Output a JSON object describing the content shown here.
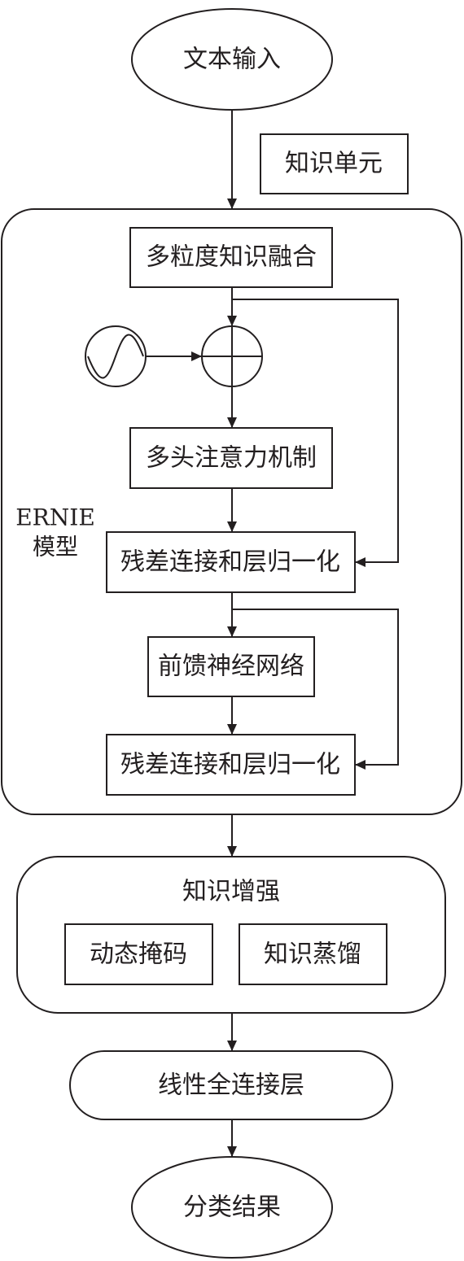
{
  "nodes": {
    "text_input": "文本输入",
    "knowledge_unit": "知识单元",
    "multi_granularity_fusion": "多粒度知识融合",
    "multi_head_attention": "多头注意力机制",
    "residual_norm_1": "残差连接和层归一化",
    "feed_forward": "前馈神经网络",
    "residual_norm_2": "残差连接和层归一化",
    "ernie_label_line1": "ERNIE",
    "ernie_label_line2": "模型",
    "knowledge_enhance": "知识增强",
    "dynamic_mask": "动态掩码",
    "knowledge_distill": "知识蒸馏",
    "linear_fc": "线性全连接层",
    "classification_result": "分类结果"
  }
}
